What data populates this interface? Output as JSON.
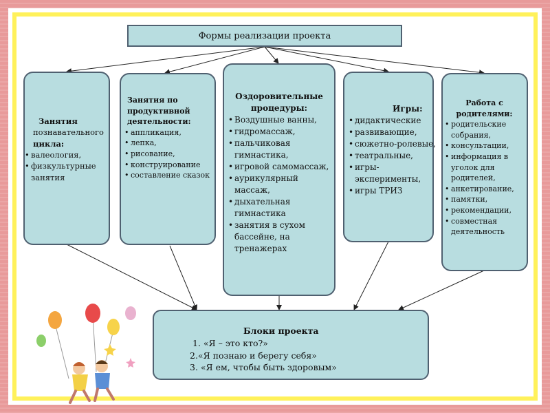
{
  "header": {
    "title": "Формы  реализации проекта"
  },
  "boxes": [
    {
      "title_lines": [
        "Занятия",
        "познавательного",
        "цикла:"
      ],
      "items": [
        "валеология,",
        "физкультурные занятия"
      ]
    },
    {
      "title_lines": [
        "Занятия по",
        "продуктивной",
        "деятельности:"
      ],
      "items": [
        "аппликация,",
        "лепка,",
        "рисование,",
        "конструирование",
        "составление сказок"
      ]
    },
    {
      "title_lines": [
        "Оздоровительные",
        "процедуры:"
      ],
      "items": [
        "Воздушные ванны,",
        "гидромассаж,",
        " пальчиковая гимнастика,",
        "игровой самомассаж,",
        "аурикулярный массаж,",
        " дыхательная гимнастика",
        "занятия в сухом бассейне, на тренажерах"
      ]
    },
    {
      "title_lines": [
        "Игры:"
      ],
      "items": [
        "дидактические",
        "развивающие,",
        "сюжетно-ролевые,",
        "театральные,",
        " игры-эксперименты,",
        "игры ТРИЗ"
      ]
    },
    {
      "title_lines": [
        "Работа с",
        "родителями:"
      ],
      "items": [
        "родительские собрания,",
        "консультации,",
        "информация в уголок для родителей,",
        "анкетирование,",
        "памятки,",
        "рекомендации,",
        "совместная деятельность"
      ]
    }
  ],
  "bottom": {
    "title": "Блоки проекта",
    "items": [
      "1. «Я – это кто?»",
      "2.«Я познаю и берегу себя»",
      "3. «Я ем, чтобы быть здоровым»"
    ]
  },
  "colors": {
    "box_fill": "#b8dde0",
    "box_border": "#4f6070",
    "frame": "#e89a9a",
    "inner_border": "#fff15a"
  },
  "decor": {
    "illustration": "children-with-balloons"
  }
}
